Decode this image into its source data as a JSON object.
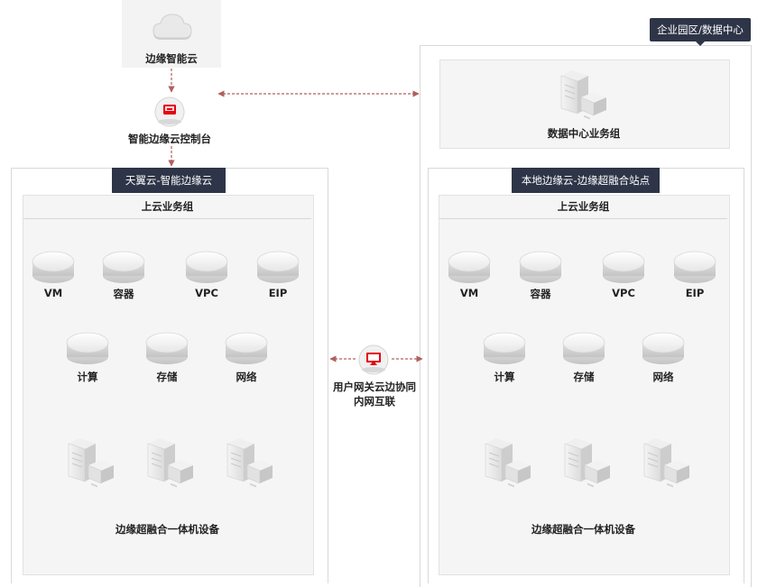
{
  "top": {
    "cloud_label": "边缘智能云",
    "console_label": "智能边缘云控制台"
  },
  "left": {
    "tag": "天翼云-智能边缘云",
    "group_title": "上云业务组",
    "row1": [
      "VM",
      "容器",
      "VPC",
      "EIP"
    ],
    "row2": [
      "计算",
      "存储",
      "网络"
    ],
    "devices_label": "边缘超融合一体机设备"
  },
  "middle": {
    "gateway_label_line1": "用户网关云边协同",
    "gateway_label_line2": "内网互联"
  },
  "right": {
    "enterprise_tag": "企业园区/数据中心",
    "datacenter_label": "数据中心业务组",
    "tag": "本地边缘云-边缘超融合站点",
    "group_title": "上云业务组",
    "row1": [
      "VM",
      "容器",
      "VPC",
      "EIP"
    ],
    "row2": [
      "计算",
      "存储",
      "网络"
    ],
    "devices_label": "边缘超融合一体机设备"
  },
  "colors": {
    "tag_bg": "#2e3548",
    "accent_red": "#e60012",
    "arrow": "#b0605e"
  }
}
